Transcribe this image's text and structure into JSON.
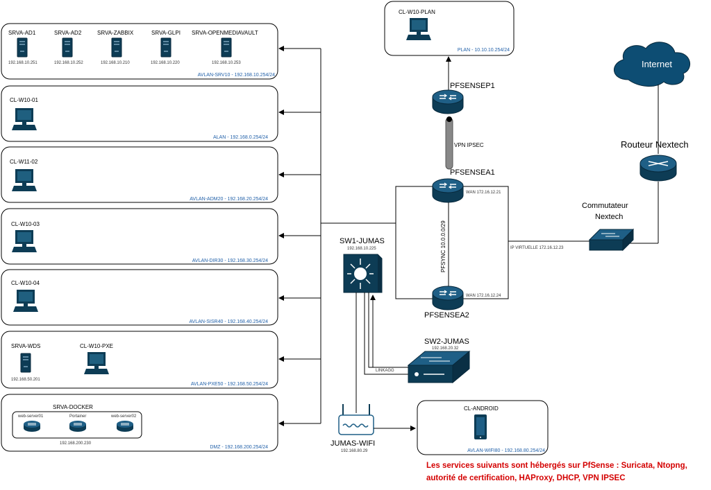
{
  "vlans": [
    {
      "label": "AVLAN-SRV10 - 192.168.10.254/24",
      "devices": [
        {
          "name": "SRVA-AD1",
          "ip": "192.168.10.251"
        },
        {
          "name": "SRVA-AD2",
          "ip": "192.168.10.252"
        },
        {
          "name": "SRVA-ZABBIX",
          "ip": "192.168.10.210"
        },
        {
          "name": "SRVA-GLPI",
          "ip": "192.168.10.220"
        },
        {
          "name": "SRVA-OPENMEDIAVAULT",
          "ip": "192.168.10.253"
        }
      ]
    },
    {
      "label": "ALAN - 192.168.0.254/24",
      "devices": [
        {
          "name": "CL-W10-01"
        }
      ]
    },
    {
      "label": "AVLAN-ADM20 - 192.168.20.254/24",
      "devices": [
        {
          "name": "CL-W11-02"
        }
      ]
    },
    {
      "label": "AVLAN-DIR30 - 192.168.30.254/24",
      "devices": [
        {
          "name": "CL-W10-03"
        }
      ]
    },
    {
      "label": "AVLAN-SISR40 - 192.168.40.254/24",
      "devices": [
        {
          "name": "CL-W10-04"
        }
      ]
    },
    {
      "label": "AVLAN-PXE50 - 192.168.50.254/24",
      "devices": [
        {
          "name": "SRVA-WDS",
          "ip": "192.168.50.201"
        },
        {
          "name": "CL-W10-PXE"
        }
      ]
    },
    {
      "label": "DMZ - 192.168.200.254/24",
      "docker": {
        "name": "SRVA-DOCKER",
        "ip": "192.168.200.230",
        "containers": [
          "web-server01",
          "Portainer",
          "web-server02"
        ]
      }
    }
  ],
  "plan": {
    "device": "CL-W10-PLAN",
    "label": "PLAN - 10.10.10.254/24"
  },
  "pfsensep1": "PFSENSEP1",
  "vpn": "VPN IPSEC",
  "pfsensea1": {
    "name": "PFSENSEA1",
    "wan": "WAN 172.16.12.21"
  },
  "pfsensea2": {
    "name": "PFSENSEA2",
    "wan": "WAN 172.16.12.24"
  },
  "pfsync": "PFSYNC 10.0.0.0/29",
  "ip_virtuelle": "IP VIRTUELLE 172.16.12.23",
  "sw1": {
    "name": "SW1-JUMAS",
    "ip": "192.168.10.225"
  },
  "sw2": {
    "name": "SW2-JUMAS",
    "ip": "192.168.20.32"
  },
  "linkagg": "LINKAGG",
  "wifi": {
    "name": "JUMAS-WIFI",
    "ip": "192.168.80.29"
  },
  "android": {
    "device": "CL-ANDROID",
    "label": "AVLAN-WIFI80 - 192.168.80.254/24"
  },
  "internet": "Internet",
  "routeur": "Routeur  Nextech",
  "commutateur": {
    "line1": "Commutateur",
    "line2": "Nextech"
  },
  "note": {
    "line1": "Les services suivants sont hébergés sur PfSense : Suricata, Ntopng,",
    "line2": "autorité de certification, HAProxy, DHCP, VPN IPSEC"
  }
}
